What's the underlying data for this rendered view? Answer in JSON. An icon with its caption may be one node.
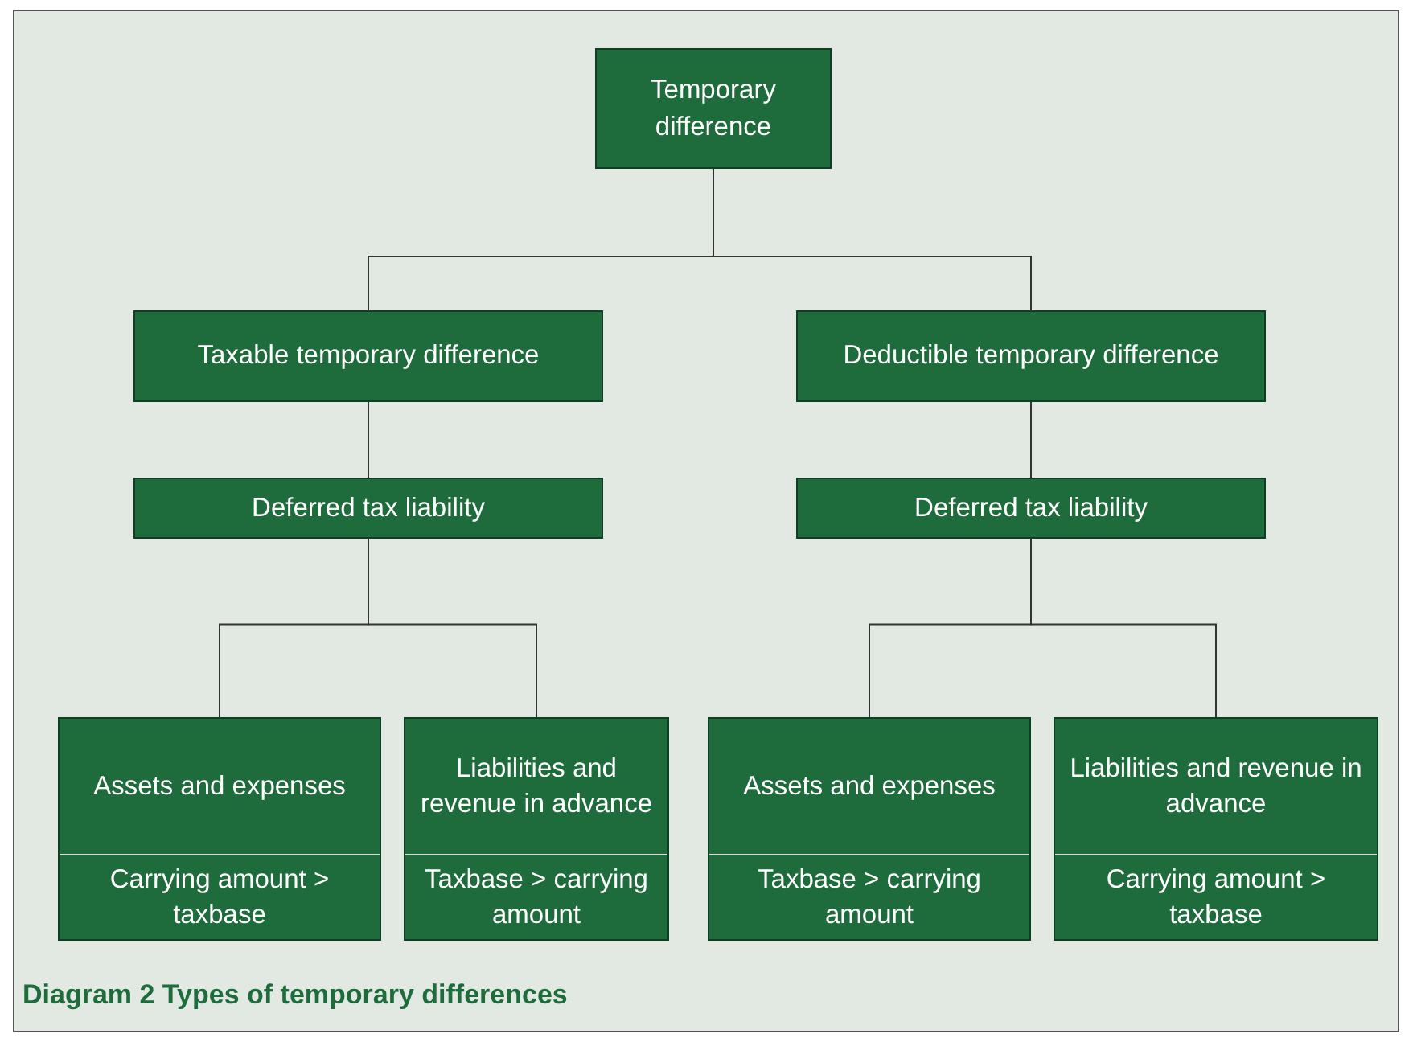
{
  "diagram": {
    "caption": "Diagram 2 Types of temporary differences",
    "nodes": [
      {
        "text": [
          "Temporary difference"
        ]
      },
      {
        "text": [
          "Taxable temporary difference"
        ]
      },
      {
        "text": [
          "Deductible temporary difference"
        ]
      },
      {
        "text": [
          "Deferred tax liability"
        ]
      },
      {
        "text": [
          "Deferred tax liability"
        ]
      },
      {
        "text": [
          "Assets and expenses",
          "Carrying amount > taxbase"
        ]
      },
      {
        "text": [
          "Liabilities and revenue in advance",
          "Taxbase > carrying amount"
        ]
      },
      {
        "text": [
          "Assets and expenses",
          "Taxbase > carrying amount"
        ]
      },
      {
        "text": [
          "Liabilities and revenue in advance",
          "Carrying amount > taxbase"
        ]
      }
    ],
    "edges": [
      {
        "from": 0,
        "to": 1,
        "arrow": "none"
      },
      {
        "from": 0,
        "to": 2,
        "arrow": "none"
      },
      {
        "from": 1,
        "to": 3,
        "arrow": "none"
      },
      {
        "from": 2,
        "to": 4,
        "arrow": "none"
      },
      {
        "from": 3,
        "to": 5,
        "arrow": "none"
      },
      {
        "from": 3,
        "to": 6,
        "arrow": "none"
      },
      {
        "from": 4,
        "to": 7,
        "arrow": "none"
      },
      {
        "from": 4,
        "to": 8,
        "arrow": "none"
      }
    ]
  }
}
